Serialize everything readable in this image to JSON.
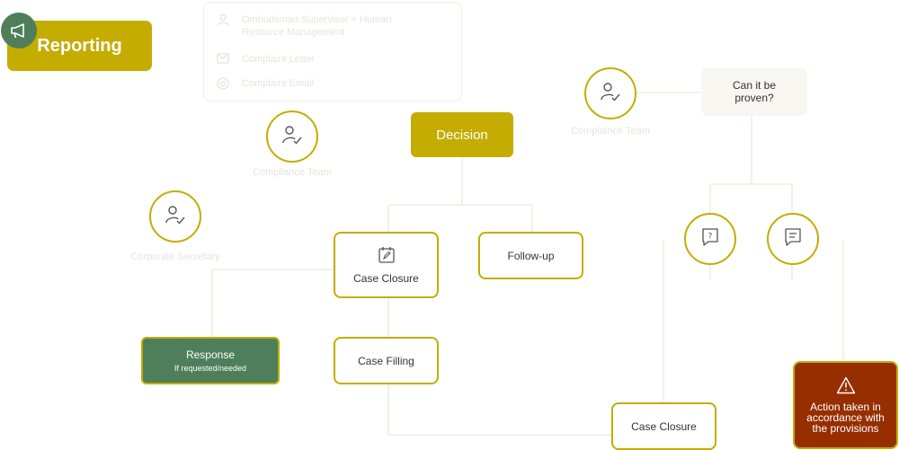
{
  "header": {
    "title": "Reporting",
    "icon": "megaphone-icon"
  },
  "faded_panel": {
    "items": [
      {
        "icon": "person-icon",
        "label": "Ombudsman Supervisor + Human Resource Management"
      },
      {
        "icon": "mail-icon",
        "label": "Complaint Letter"
      },
      {
        "icon": "at-icon",
        "label": "Complaint Email"
      }
    ]
  },
  "roles": {
    "compliance_team_left": "Compliance Team",
    "corporate_secretary": "Corporate Secretary",
    "compliance_team_right": "Compliance Team"
  },
  "nodes": {
    "decision": "Decision",
    "case_closure_top": "Case Closure",
    "follow_up": "Follow-up",
    "response_title": "Response",
    "response_subtitle": "If requested/needed",
    "case_filling": "Case Filling",
    "can_it_be_proven": "Can it be proven?",
    "case_closure_bottom": "Case Closure",
    "action_taken": "Action taken in accordance with the provisions"
  },
  "colors": {
    "gold": "#c4ac00",
    "green": "#4e7f5a",
    "rust": "#962e00",
    "line": "#f0efe9",
    "faded_text": "#e4e4df"
  }
}
